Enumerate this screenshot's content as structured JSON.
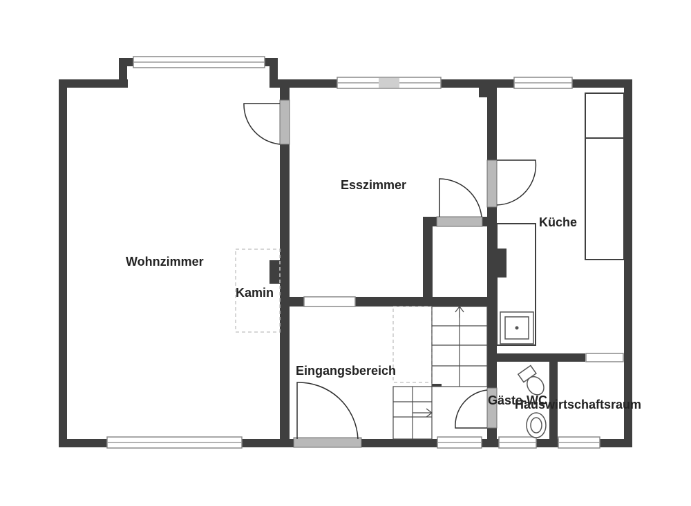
{
  "rooms": {
    "wohnzimmer": "Wohnzimmer",
    "kamin": "Kamin",
    "esszimmer": "Esszimmer",
    "kueche": "Küche",
    "eingangsbereich": "Eingangsbereich",
    "gaeste_wc": "Gäste-WC",
    "hauswirtschaftsraum": "Hauswirtschaftsraum"
  },
  "colors": {
    "wall": "#3f3f3f",
    "door": "#b9b9b9",
    "background": "#ffffff"
  }
}
